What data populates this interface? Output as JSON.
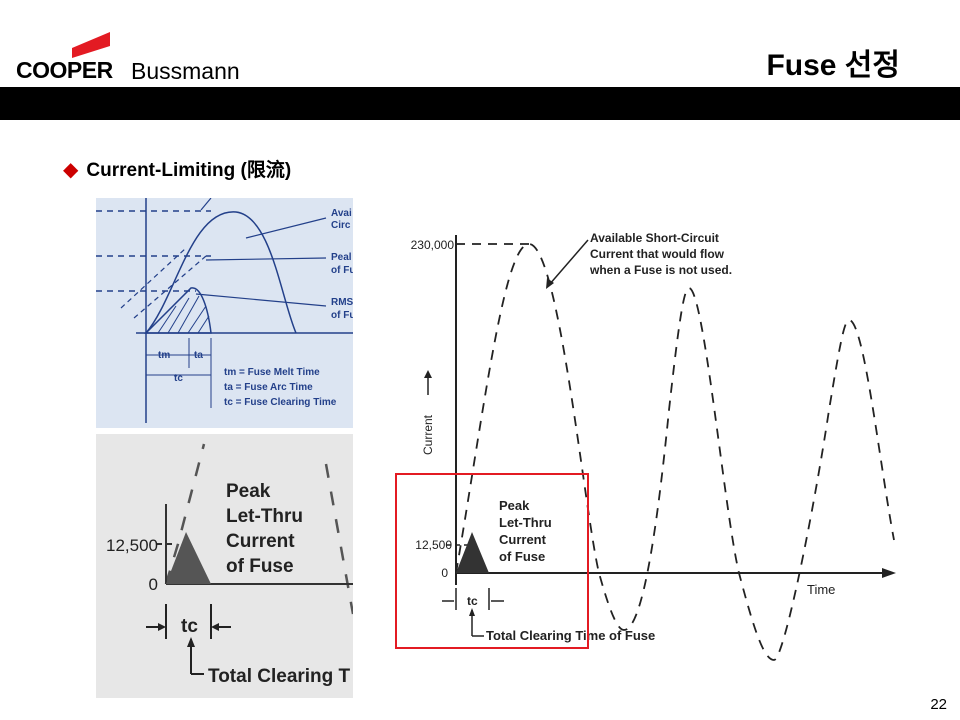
{
  "logo": {
    "brand": "COOPER",
    "brand_sub": "Bussmann",
    "accent_color": "#e31b23"
  },
  "title": "Fuse 선정",
  "bullet": {
    "icon": "diamond-bullet-icon",
    "text": "Current-Limiting (限流)"
  },
  "page_number": "22",
  "panel_a": {
    "labels": [
      "Avai",
      "Circ",
      "Peal",
      "of Fu",
      "RMS",
      "of Fu"
    ],
    "tm": "tm",
    "ta": "ta",
    "tc": "tc",
    "legend": [
      "tm = Fuse Melt Time",
      "ta = Fuse Arc Time",
      "tc = Fuse Clearing Time"
    ]
  },
  "panel_b": {
    "peak_label": [
      "Peak",
      "Let-Thru",
      "Current",
      "of Fuse"
    ],
    "y_12500": "12,500",
    "y_0": "0",
    "tc": "tc",
    "clearing": "Total Clearing T"
  },
  "panel_c": {
    "y_top": "230,000",
    "y_mid": "12,500",
    "y_zero": "0",
    "available": [
      "Available Short-Circuit",
      "Current that would flow",
      "when a Fuse is not used."
    ],
    "peak_label": [
      "Peak",
      "Let-Thru",
      "Current",
      "of Fuse"
    ],
    "ylabel": "Current",
    "xlabel": "Time",
    "tc": "tc",
    "clearing": "Total Clearing Time of Fuse"
  }
}
